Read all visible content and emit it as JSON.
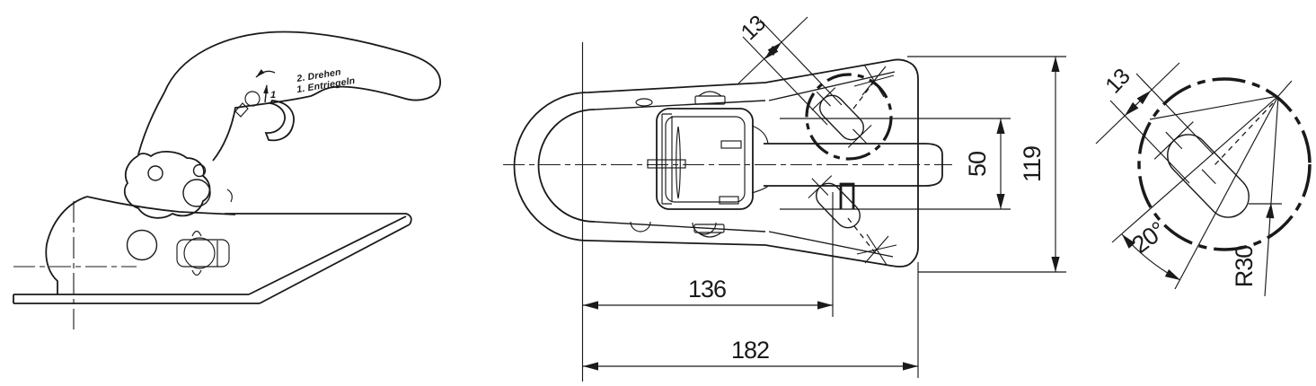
{
  "drawing": {
    "kind": "trailer-coupling-technical-drawing",
    "colors": {
      "line": "#1a1a1a",
      "background": "#ffffff"
    },
    "side_view": {
      "instruction_step2": "2. Drehen",
      "instruction_step1": "1. Entriegeln",
      "arrow_label": "1"
    },
    "top_view": {
      "dim_slot_width": "13",
      "dim_front_to_slot": "136",
      "dim_total_length": "182",
      "dim_inner_width": "50",
      "dim_overall_width": "119"
    },
    "detail_view": {
      "dim_slot_width": "13",
      "dim_slot_angle": "20°",
      "dim_radius": "R30"
    }
  }
}
